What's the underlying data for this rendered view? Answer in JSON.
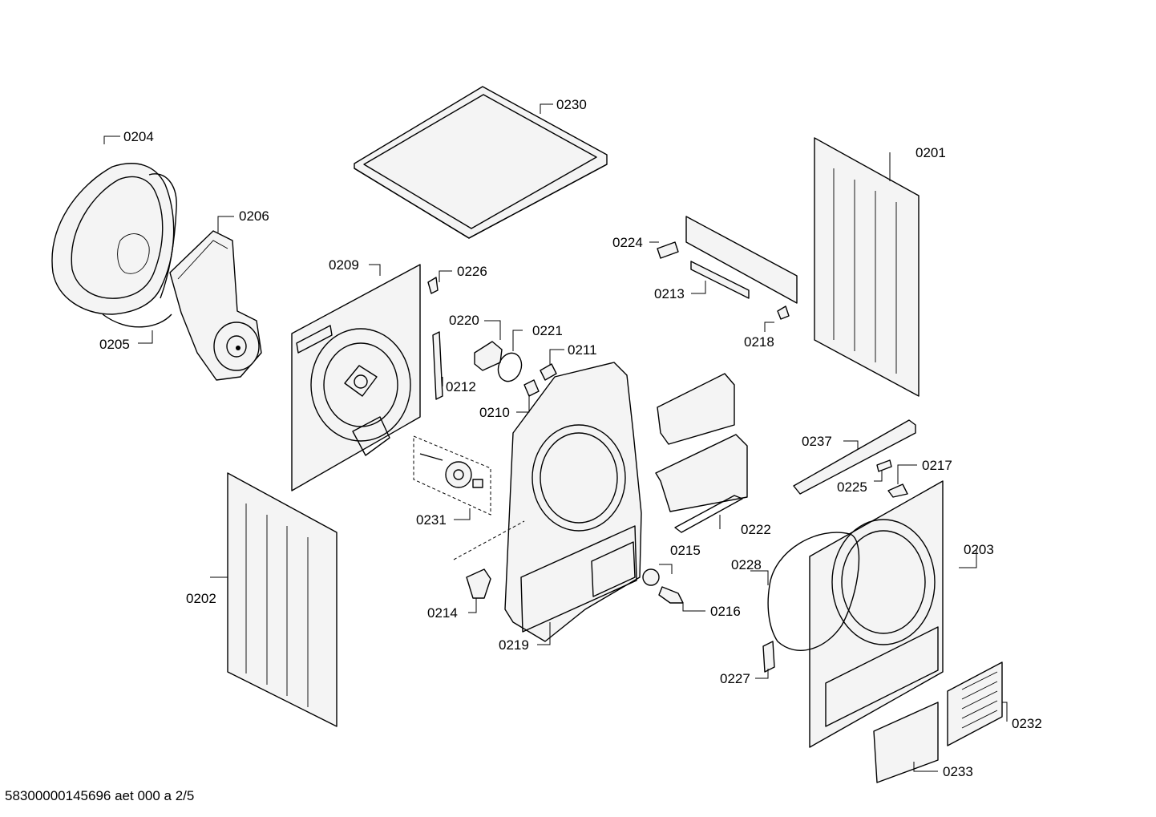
{
  "footer_text": "58300000145696 aet 000 a 2/5",
  "labels": [
    {
      "id": "0230",
      "text": "0230"
    },
    {
      "id": "0204",
      "text": "0204"
    },
    {
      "id": "0206",
      "text": "0206"
    },
    {
      "id": "0205",
      "text": "0205"
    },
    {
      "id": "0209",
      "text": "0209"
    },
    {
      "id": "0226",
      "text": "0226"
    },
    {
      "id": "0220",
      "text": "0220"
    },
    {
      "id": "0221",
      "text": "0221"
    },
    {
      "id": "0211",
      "text": "0211"
    },
    {
      "id": "0212",
      "text": "0212"
    },
    {
      "id": "0210",
      "text": "0210"
    },
    {
      "id": "0224",
      "text": "0224"
    },
    {
      "id": "0213",
      "text": "0213"
    },
    {
      "id": "0218",
      "text": "0218"
    },
    {
      "id": "0201",
      "text": "0201"
    },
    {
      "id": "0231",
      "text": "0231"
    },
    {
      "id": "0202",
      "text": "0202"
    },
    {
      "id": "0214",
      "text": "0214"
    },
    {
      "id": "0219",
      "text": "0219"
    },
    {
      "id": "0215",
      "text": "0215"
    },
    {
      "id": "0216",
      "text": "0216"
    },
    {
      "id": "0222",
      "text": "0222"
    },
    {
      "id": "0237",
      "text": "0237"
    },
    {
      "id": "0225",
      "text": "0225"
    },
    {
      "id": "0217",
      "text": "0217"
    },
    {
      "id": "0203",
      "text": "0203"
    },
    {
      "id": "0228",
      "text": "0228"
    },
    {
      "id": "0227",
      "text": "0227"
    },
    {
      "id": "0232",
      "text": "0232"
    },
    {
      "id": "0233",
      "text": "0233"
    }
  ]
}
